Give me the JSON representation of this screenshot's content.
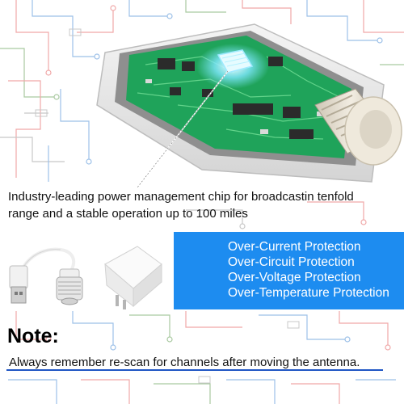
{
  "caption": {
    "line1": "Industry-leading power management chip for broadcastin tenfold",
    "line2": "range and a stable operation up to 100 miles"
  },
  "protections": [
    "Over-Current Protection",
    "Over-Circuit Protection",
    "Over-Voltage Protection",
    "Over-Temperature Protection"
  ],
  "note": {
    "title": "Note:",
    "text": "Always remember re-scan for channels after moving the antenna."
  },
  "colors": {
    "band": "#1d8cf0",
    "pcb": "#1fa35a",
    "chip_glow": "#7fe8ff",
    "underline": "#1f55c4"
  },
  "icons": [
    "usb-plug-icon",
    "coax-connector-icon",
    "power-adapter-icon",
    "circuit-background-icon"
  ]
}
